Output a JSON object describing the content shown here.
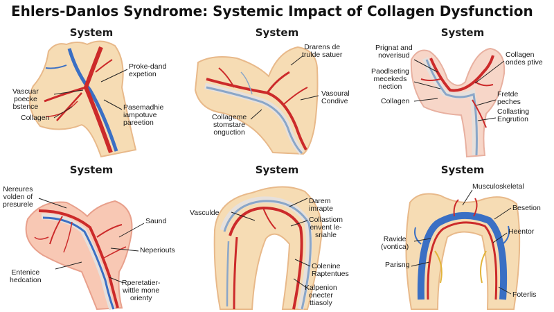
{
  "title": "Ehlers-Danlos Syndrome: Systemic Impact of Collagen Dysfunction",
  "panels": [
    {
      "heading": "System",
      "labels": [
        "Proke-dand\nexpetion",
        "Vascuar\npoecke\nbstence",
        "Collagen",
        "Pasemadhie\niampotuve\npareetion"
      ]
    },
    {
      "heading": "System",
      "labels": [
        "Drarens de\ntrulde satuer",
        "Vasoural\nCondive",
        "Collageme\nstomstare\nonguction"
      ]
    },
    {
      "heading": "System",
      "labels": [
        "Prignat and\nnoverisud",
        "Paodlseting\nmecekeds\nnection",
        "Collagen",
        "Collagen\nondes ptive",
        "Fretde\npeches",
        "Collasting\nEngrution"
      ]
    },
    {
      "heading": "System",
      "labels": [
        "Nereures\nvolden of\npresurele",
        "Saund",
        "Neperiouts",
        "Entenice\nhedcation",
        "Rperetatier-\nwittle mone\norienty"
      ]
    },
    {
      "heading": "System",
      "labels": [
        "Vasculde",
        "Darem\nimrapte",
        "Collastiom\nenvent le-\nsriahle",
        "Colenine\nRaptentues",
        "Kalpenion\nonecter\nttiasoly"
      ]
    },
    {
      "heading": "System",
      "labels": [
        "Musculoskeletal",
        "Besetion",
        "Ravide\n(vontica)",
        "Heentor",
        "Parisng",
        "Foterlis"
      ]
    }
  ],
  "colors": {
    "tissue": "#f6dcb4",
    "tissue_edge": "#e8b98a",
    "artery": "#cc2a2a",
    "vein": "#3a6fc4",
    "collagen": "#e8e2d8",
    "nerve": "#e2b43a"
  }
}
